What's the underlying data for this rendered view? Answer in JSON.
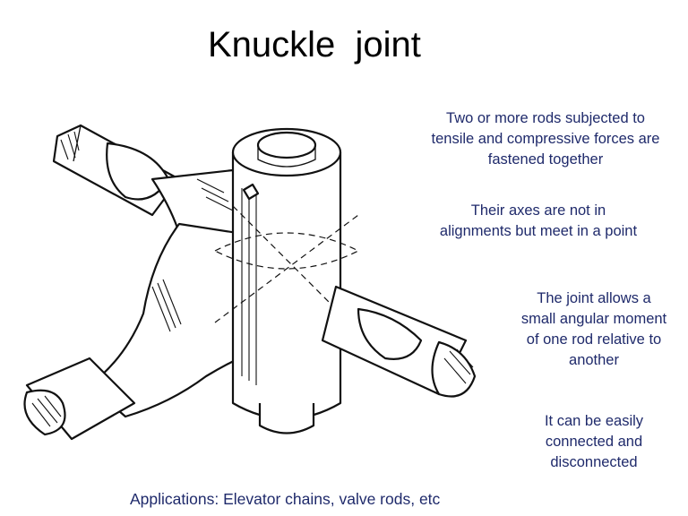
{
  "slide": {
    "title": "Knuckle  joint",
    "notes": [
      "Two or more rods subjected to\ntensile and compressive forces are\nfastened together",
      "Their axes are not in\nalignments but meet in a point",
      "The joint allows a\nsmall angular moment\nof one rod relative to\nanother",
      "It can be easily\nconnected and\ndisconnected"
    ],
    "applications": "Applications: Elevator chains, valve rods, etc"
  },
  "illustration": {
    "subject": "knuckle-joint-isometric-drawing",
    "ink_color": "#111111",
    "text_color": "#1f2a6b"
  }
}
